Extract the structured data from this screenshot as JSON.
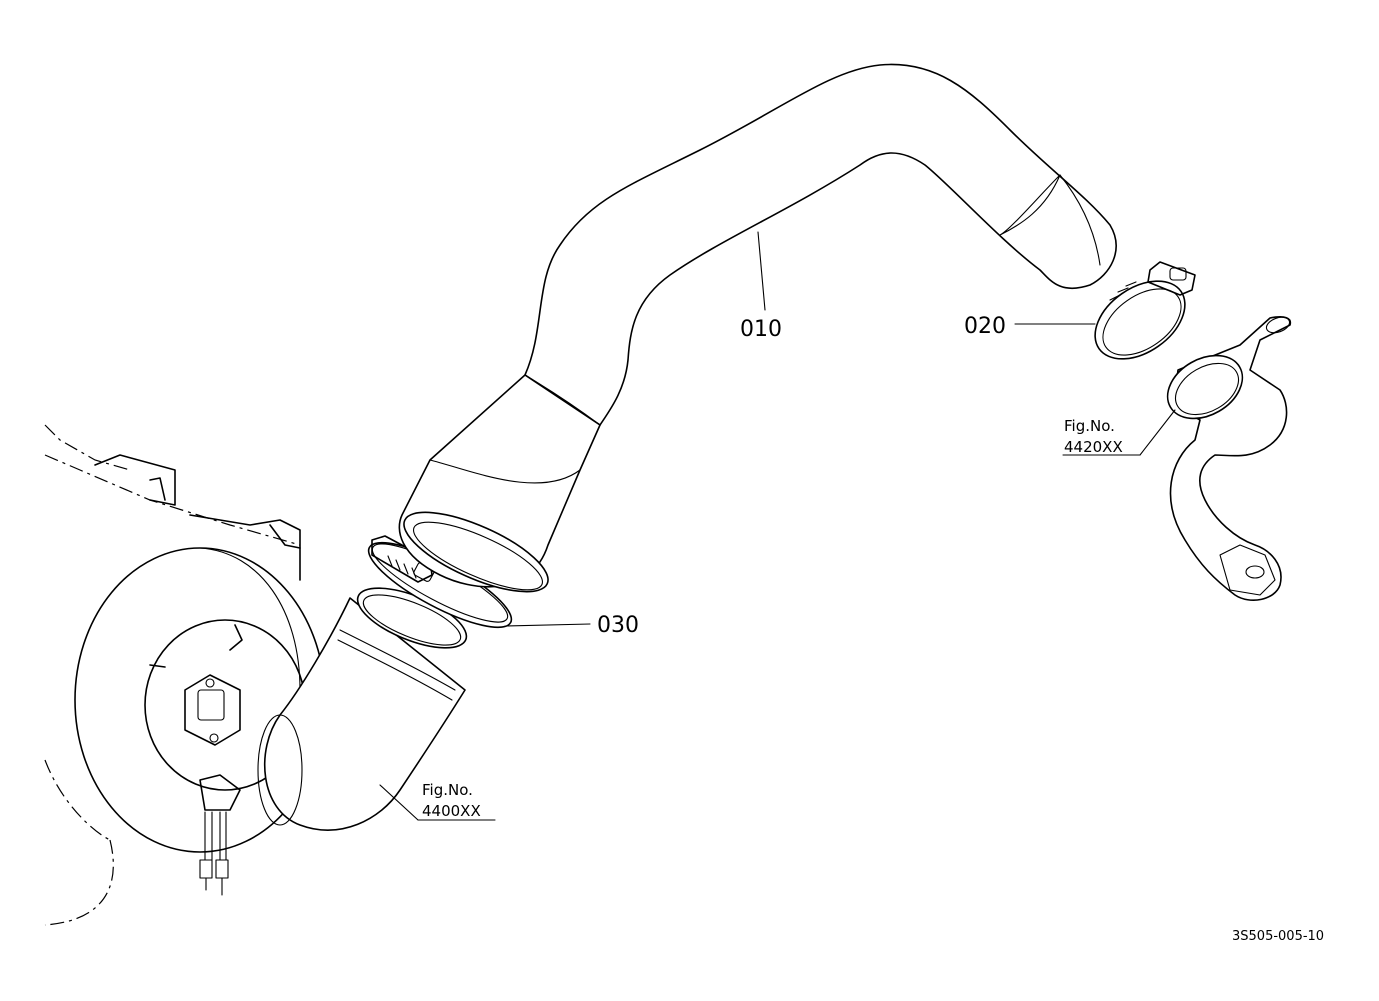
{
  "callouts": {
    "hose": "010",
    "clamp_top": "020",
    "clamp_bottom": "030"
  },
  "fig_refs": {
    "right": {
      "line1": "Fig.No.",
      "line2": "4420XX"
    },
    "left": {
      "line1": "Fig.No.",
      "line2": "4400XX"
    }
  },
  "drawing_code": "3S505-005-10"
}
